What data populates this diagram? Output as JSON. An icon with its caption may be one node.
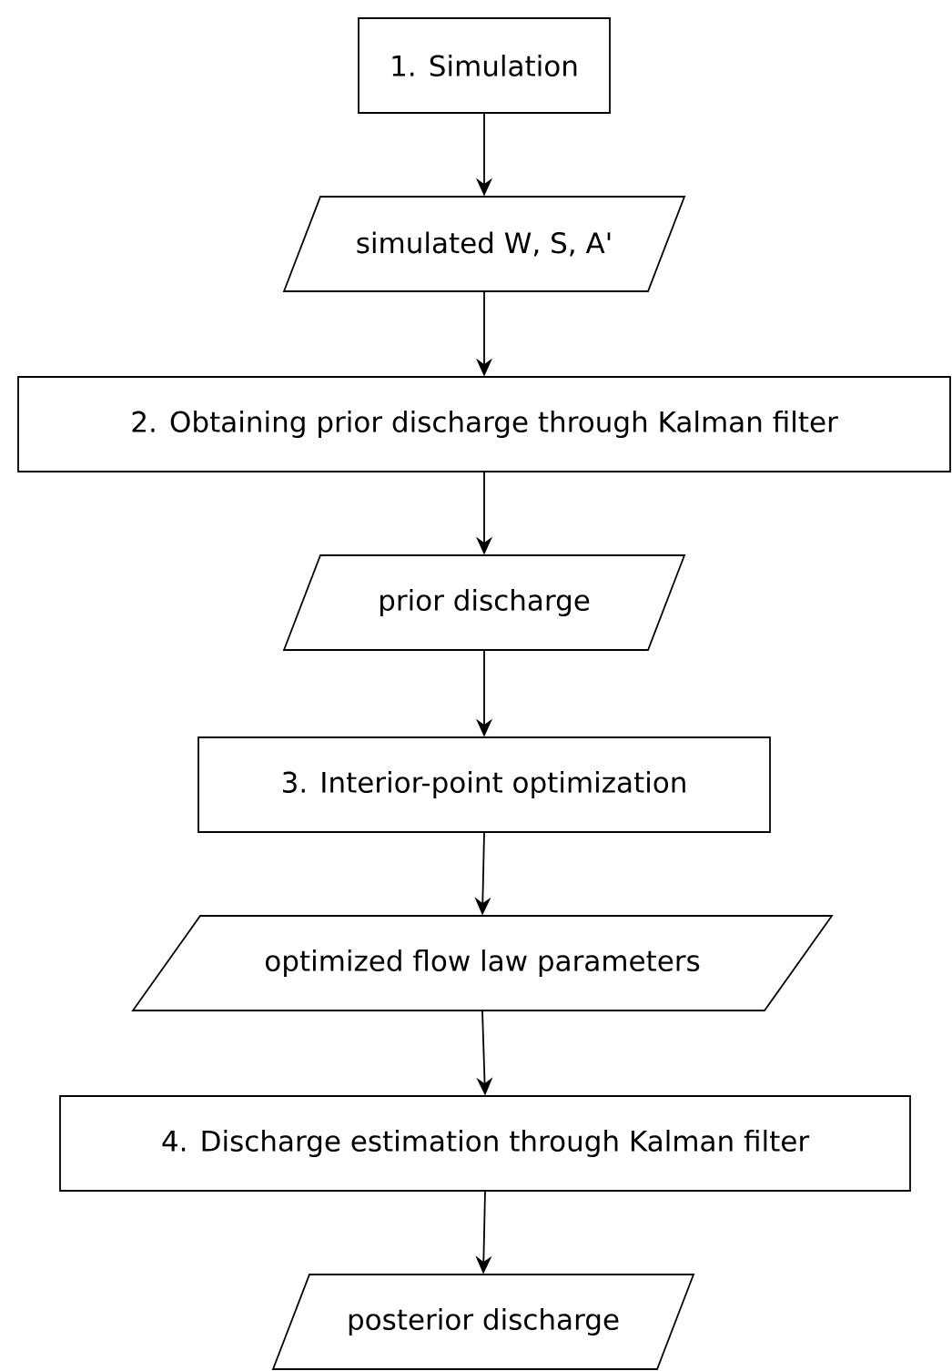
{
  "diagram": {
    "nodes": [
      {
        "text": [
          "1. Simulation"
        ]
      },
      {
        "text": [
          "simulated W, S, A'"
        ]
      },
      {
        "text": [
          "2. Obtaining prior discharge through Kalman filter"
        ]
      },
      {
        "text": [
          "prior discharge"
        ]
      },
      {
        "text": [
          "3. Interior-point optimization"
        ]
      },
      {
        "text": [
          "optimized flow law parameters"
        ]
      },
      {
        "text": [
          "4. Discharge estimation through Kalman filter"
        ]
      },
      {
        "text": [
          "posterior discharge"
        ]
      }
    ],
    "edges": [
      {
        "from": 0,
        "to": 1,
        "arrow": "to"
      },
      {
        "from": 1,
        "to": 2,
        "arrow": "to"
      },
      {
        "from": 2,
        "to": 3,
        "arrow": "to"
      },
      {
        "from": 3,
        "to": 4,
        "arrow": "to"
      },
      {
        "from": 4,
        "to": 5,
        "arrow": "to"
      },
      {
        "from": 5,
        "to": 6,
        "arrow": "to"
      },
      {
        "from": 6,
        "to": 7,
        "arrow": "to"
      }
    ]
  }
}
